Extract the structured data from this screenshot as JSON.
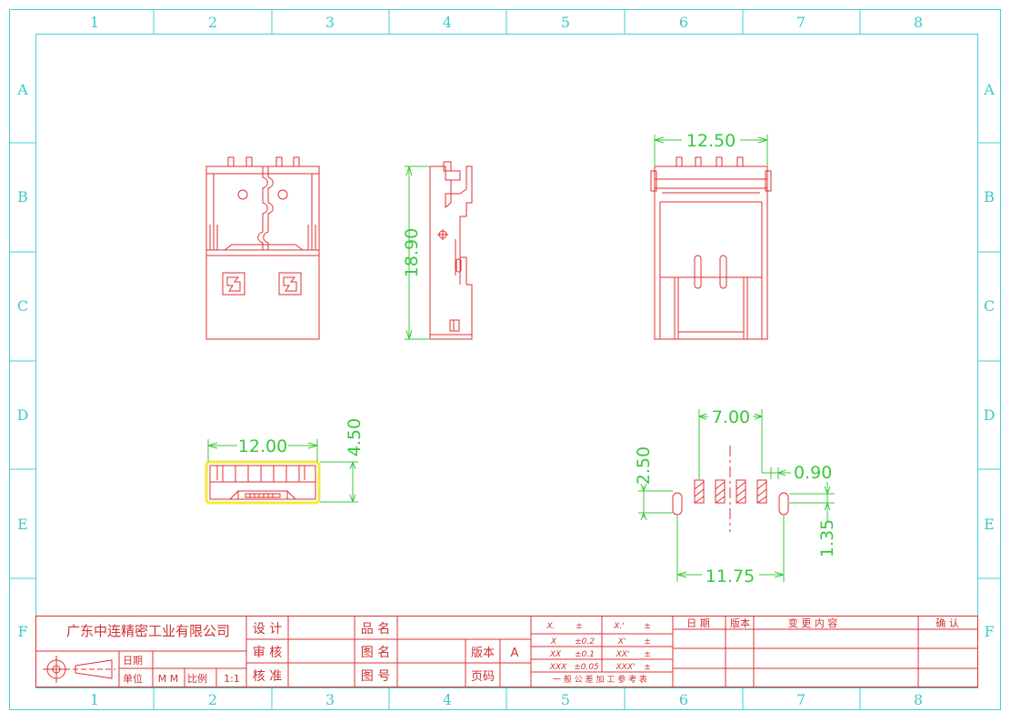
{
  "zones": {
    "columns": [
      "1",
      "2",
      "3",
      "4",
      "5",
      "6",
      "7",
      "8"
    ],
    "rows": [
      "A",
      "B",
      "C",
      "D",
      "E",
      "F"
    ]
  },
  "dimensions": {
    "width_top_right": "12.50",
    "height_side": "18.90",
    "width_front": "12.00",
    "height_front": "4.50",
    "pin_span": "7.00",
    "pin_pitch": "0.90",
    "offset_left": "2.50",
    "post_span": "11.75",
    "post_offset": "1.35"
  },
  "title_block": {
    "company": "广东中连精密工业有限公司",
    "date_label": "日期",
    "unit_label": "单位",
    "unit_value": "M M",
    "scale_label": "比例",
    "scale_value": "1:1",
    "design": "设 计",
    "review": "审 核",
    "approve": "核 准",
    "part_name": "品 名",
    "drawing_name": "图 名",
    "drawing_no": "图 号",
    "version_label": "版本",
    "version_value": "A",
    "page_label": "页码",
    "tolerance": {
      "rows": [
        [
          "X.",
          "±",
          "X.'",
          "±"
        ],
        [
          "X",
          "±0.2",
          "X'",
          "±"
        ],
        [
          "XX",
          "±0.1",
          "XX'",
          "±"
        ],
        [
          "XXX",
          "±0.05",
          "XXX'",
          "±"
        ]
      ],
      "caption": "一 般 公 差 加 工 参 考 表"
    },
    "revision_headers": {
      "date": "日 期",
      "version": "版本",
      "content": "变 更 内 容",
      "confirm": "确 认"
    }
  },
  "colors": {
    "border": "#3fd0d0",
    "outline": "#e03030",
    "dimension": "#39c839",
    "highlight": "#f2ea3c"
  }
}
